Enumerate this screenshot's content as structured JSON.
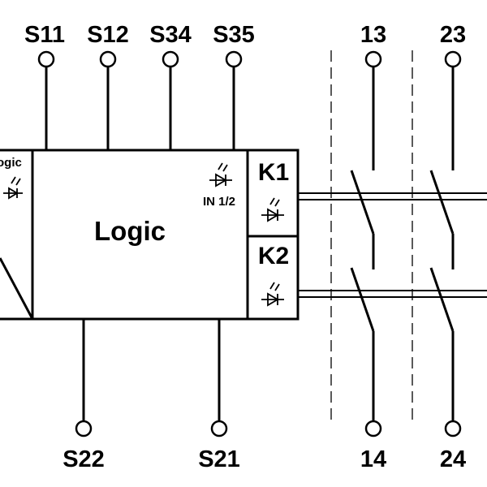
{
  "terminals_top": [
    "S11",
    "S12",
    "S34",
    "S35"
  ],
  "contacts_top": [
    "13",
    "23"
  ],
  "terminals_bottom": [
    "S22",
    "S21"
  ],
  "contacts_bottom": [
    "14",
    "24"
  ],
  "logic_block": {
    "label": "Logic",
    "led_label": "IN 1/2"
  },
  "partial_block": {
    "label": "ogic"
  },
  "relays": [
    "K1",
    "K2"
  ],
  "icons": [
    "led-icon",
    "circle-terminal-icon"
  ]
}
